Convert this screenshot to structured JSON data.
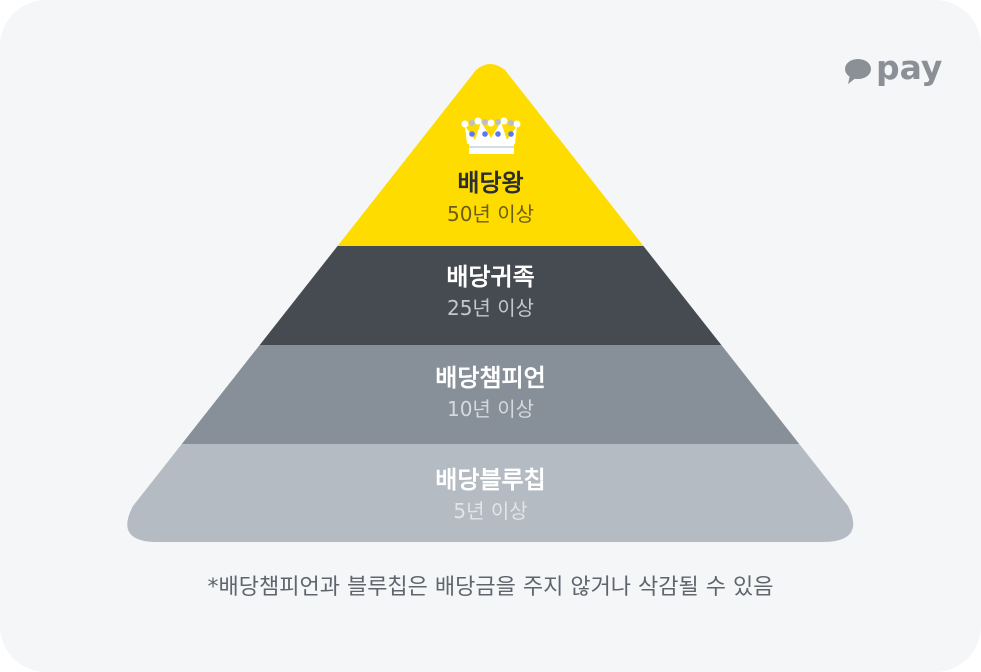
{
  "brand": {
    "logo_text": "pay",
    "logo_icon": "speech-bubble-icon"
  },
  "colors": {
    "background": "#f5f6f8",
    "tier_king": "#ffdc00",
    "tier_aristocrat": "#464b52",
    "tier_champion": "#878f98",
    "tier_bluechip": "#b4bbc2",
    "footnote": "#5f656c"
  },
  "pyramid": {
    "tiers": [
      {
        "title": "배당왕",
        "subtitle": "50년 이상",
        "icon": "crown-icon"
      },
      {
        "title": "배당귀족",
        "subtitle": "25년 이상"
      },
      {
        "title": "배당챔피언",
        "subtitle": "10년 이상"
      },
      {
        "title": "배당블루칩",
        "subtitle": "5년 이상"
      }
    ]
  },
  "footnote": "*배당챔피언과 블루칩은 배당금을 주지 않거나 삭감될 수 있음"
}
